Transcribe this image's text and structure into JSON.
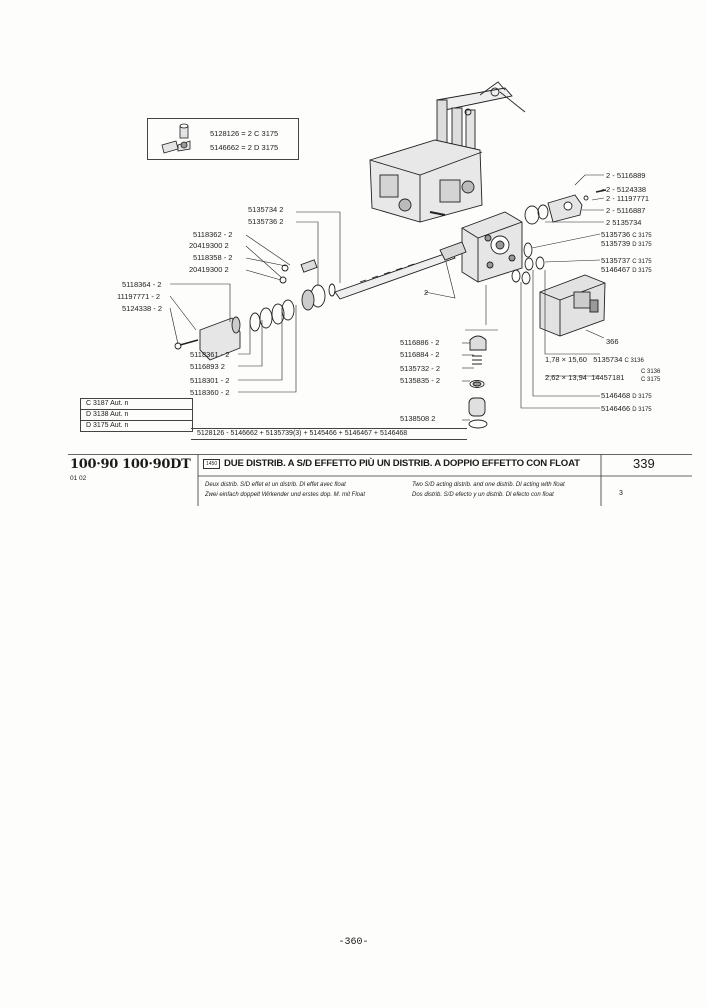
{
  "inset": {
    "rows": [
      {
        "part": "5128126",
        "qty": "= 2",
        "ref": "C 3175"
      },
      {
        "part": "5146662",
        "qty": "= 2",
        "ref": "D 3175"
      }
    ]
  },
  "labels": {
    "p5135734": "5135734  2",
    "p5135736": "5135736  2",
    "p5118362": "5118362 - 2",
    "p20419300a": "20419300  2",
    "p5118358": "5118358 - 2",
    "p20419300b": "20419300  2",
    "p5118364": "5118364 - 2",
    "p11197771": "11197771 - 2",
    "p5124338": "5124338 - 2",
    "p5118361": "5118361 - 2",
    "p5116893": "5116893  2",
    "p5118301": "5118301 - 2",
    "p5118360": "5118360 - 2",
    "two_left": "2",
    "r5116889": "2 - 5116889",
    "r5124338": "2 - 5124338",
    "r11197771": "2 - 11197771",
    "r5116887": "2 - 5116887",
    "r5135734": "2   5135734",
    "r5135736": "5135736",
    "r5135736_ref": "C 3175",
    "r5135739": "5135739",
    "r5135739_ref": "D 3175",
    "r5135737": "5135737",
    "r5135737_ref": "C 3175",
    "r5146467": "5146467",
    "r5146467_ref": "D 3175",
    "c5116886": "5116886 - 2",
    "c5116884": "5116884 - 2",
    "c5135732": "5135732 - 2",
    "c5135835": "5135835 - 2",
    "c5138508": "5138508   2",
    "n366": "366",
    "o1": "1,78 × 15,60",
    "o1_part": "5135734",
    "o1_ref": "C 3136",
    "o2": "2,62 × 13,94",
    "o2_part": "14457181",
    "o2_ref1": "C 3136",
    "o2_ref2": "C 3175",
    "r5146468": "5146468",
    "r5146468_ref": "D 3175",
    "r5146466": "5146466",
    "r5146466_ref": "D 3175"
  },
  "ref_table": [
    "C 3187  Aut. n",
    "D 3138  Aut. n",
    "D 3175  Aut. n"
  ],
  "ref_line": "5128126 - 5146662 + 5135739(3) + 5145466 + 5146467 + 5146468",
  "title_block": {
    "model": "100·90  100·90DT",
    "model_sub": "01  02",
    "badge": "1450",
    "title": "DUE DISTRIB. A S/D EFFETTO PIÙ UN DISTRIB. A DOPPIO EFFETTO CON FLOAT",
    "fr": "Deux distrib. S/D effet et un distrib. Dl effet avec float",
    "de": "Zwei einfach doppelt Wirkender und erstes dop. M. mit Float",
    "en": "Two S/D acting distrib. and one distrib. Dl acting with float",
    "es": "Dos distrib. S/D efecto y un distrib. Dl efecto con float",
    "page": "339",
    "sheet": "3"
  },
  "footer": "-360-"
}
